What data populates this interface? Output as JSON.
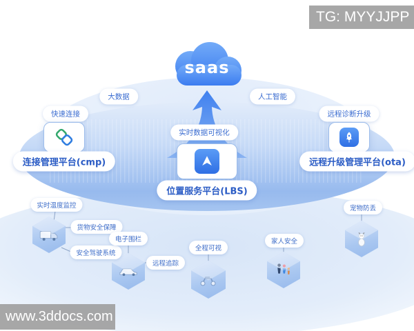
{
  "watermarks": {
    "top_right": "TG: MYYJJPP",
    "bottom_left": "www.3ddocs.com"
  },
  "cloud": {
    "label": "saas"
  },
  "tags": {
    "big_data": "大数据",
    "ai": "人工智能",
    "fast_connect": "快速连接",
    "remote_diagnosis": "远程诊断升级",
    "realtime_viz": "实时数据可视化"
  },
  "platforms": {
    "cmp": {
      "label": "连接管理平台(cmp)",
      "icon": "link-network-icon"
    },
    "lbs": {
      "label": "位置服务平台(LBS)",
      "icon": "navigation-arrow-icon"
    },
    "ota": {
      "label": "远程升级管理平台(ota)",
      "icon": "rocket-icon"
    }
  },
  "scenes": {
    "cold_chain": {
      "icon": "truck-icon",
      "labels": {
        "top": "实时温度监控",
        "right": "货物安全保障",
        "bottom": "安全驾驶系统"
      }
    },
    "vehicle": {
      "icon": "car-icon",
      "labels": {
        "top": "电子围栏",
        "right": "远程追踪"
      }
    },
    "scooter": {
      "icon": "scooter-icon",
      "labels": {
        "top": "全程可视"
      }
    },
    "family": {
      "icon": "family-icon",
      "labels": {
        "top": "家人安全"
      }
    },
    "pet": {
      "icon": "dog-icon",
      "labels": {
        "top": "宠物防丢"
      }
    }
  },
  "colors": {
    "cloud_blue": "#4285f4",
    "accent_blue": "#2f6bd8",
    "icon_square_blue": "#3b82f6",
    "disc_blue": "#9cbff0",
    "hexagon_blue": "#b9d0f0",
    "link_icon_green": "#3aa96f",
    "watermark_gray": "#a0a0a0"
  }
}
